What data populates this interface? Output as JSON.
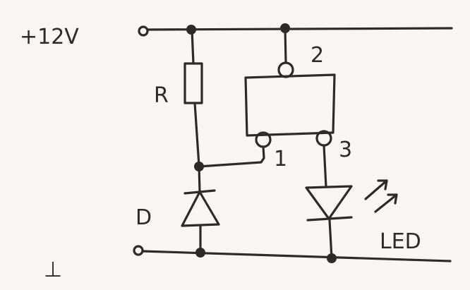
{
  "labels": {
    "supply": "+12V",
    "ground": "⊥",
    "resistor": "R",
    "zener": "D",
    "led": "LED",
    "pin1": "1",
    "pin2": "2",
    "pin3": "3"
  },
  "colors": {
    "ink": "#2e2a2a",
    "paper": "#f7f6f4"
  }
}
